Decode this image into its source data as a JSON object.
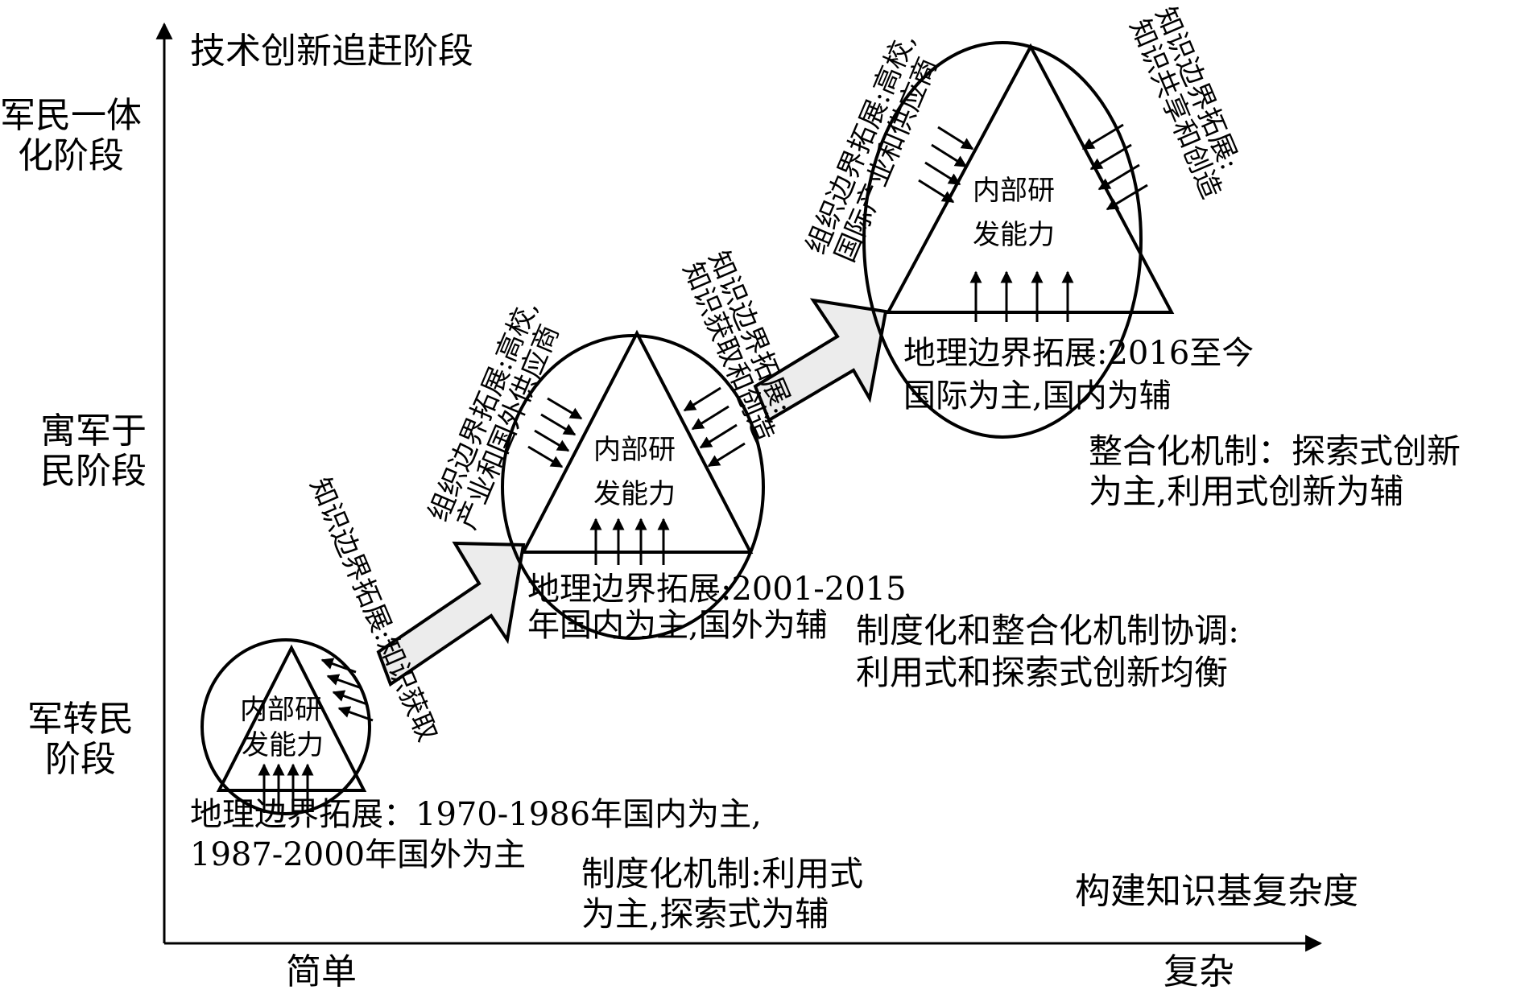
{
  "axes": {
    "y_title": "技术创新追赶阶段",
    "x_title": "构建知识基复杂度",
    "x_start": "简单",
    "x_end": "复杂"
  },
  "y_stages": {
    "stage3": [
      "军民一体",
      "化阶段"
    ],
    "stage2": [
      "寓军于",
      "民阶段"
    ],
    "stage1": [
      "军转民",
      "阶段"
    ]
  },
  "stages": [
    {
      "core": [
        "内部研",
        "发能力"
      ],
      "knowledge": "知识边界拓展:知识获取",
      "geo": [
        "地理边界拓展：1970-1986年国内为主,",
        "1987-2000年国外为主"
      ],
      "mechanism": [
        "制度化机制:利用式",
        "为主,探索式为辅"
      ]
    },
    {
      "core": [
        "内部研",
        "发能力"
      ],
      "org": [
        "组织边界拓展:高校,",
        "产业和国外供应商"
      ],
      "knowledge": [
        "知识边界拓展:",
        "知识获取和创造"
      ],
      "geo": [
        "地理边界拓展:2001-2015",
        "年国内为主,国外为辅"
      ],
      "mechanism": [
        "制度化和整合化机制协调:",
        "利用式和探索式创新均衡"
      ]
    },
    {
      "core": [
        "内部研",
        "发能力"
      ],
      "org": [
        "组织边界拓展:高校,",
        "国际产业和供应商"
      ],
      "knowledge": [
        "知识边界拓展:",
        "知识共享和创造"
      ],
      "geo": [
        "地理边界拓展:2016至今",
        "国际为主,国内为辅"
      ],
      "mechanism": [
        "整合化机制：探索式创新",
        "为主,利用式创新为辅"
      ]
    }
  ],
  "colors": {
    "stroke": "#000000",
    "arrow_fill": "#ececec",
    "background": "#ffffff"
  }
}
